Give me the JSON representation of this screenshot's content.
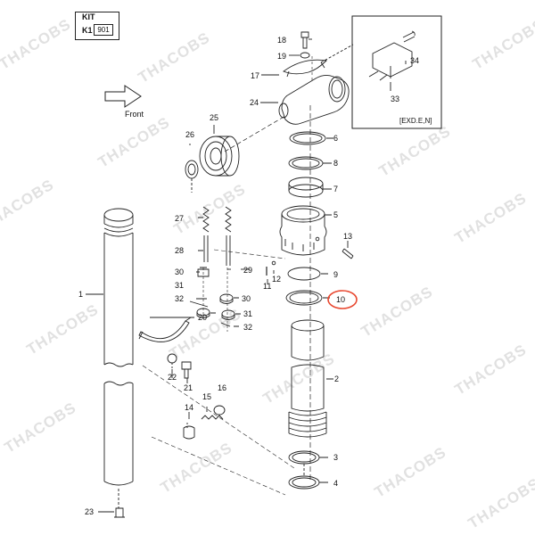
{
  "kit": {
    "label": "KIT",
    "code": "K1",
    "number": "901"
  },
  "front_label": "Front",
  "inset_label": "[EXD.E,N]",
  "watermark": "THACOBS",
  "highlight_color": "#e8472f",
  "highlighted_part": "10",
  "callouts": [
    "1",
    "2",
    "3",
    "4",
    "5",
    "6",
    "7",
    "8",
    "9",
    "10",
    "11",
    "12",
    "13",
    "14",
    "15",
    "16",
    "17",
    "18",
    "19",
    "20",
    "21",
    "22",
    "23",
    "24",
    "25",
    "26",
    "27",
    "28",
    "29",
    "30",
    "30",
    "31",
    "31",
    "32",
    "32",
    "33",
    "34"
  ]
}
